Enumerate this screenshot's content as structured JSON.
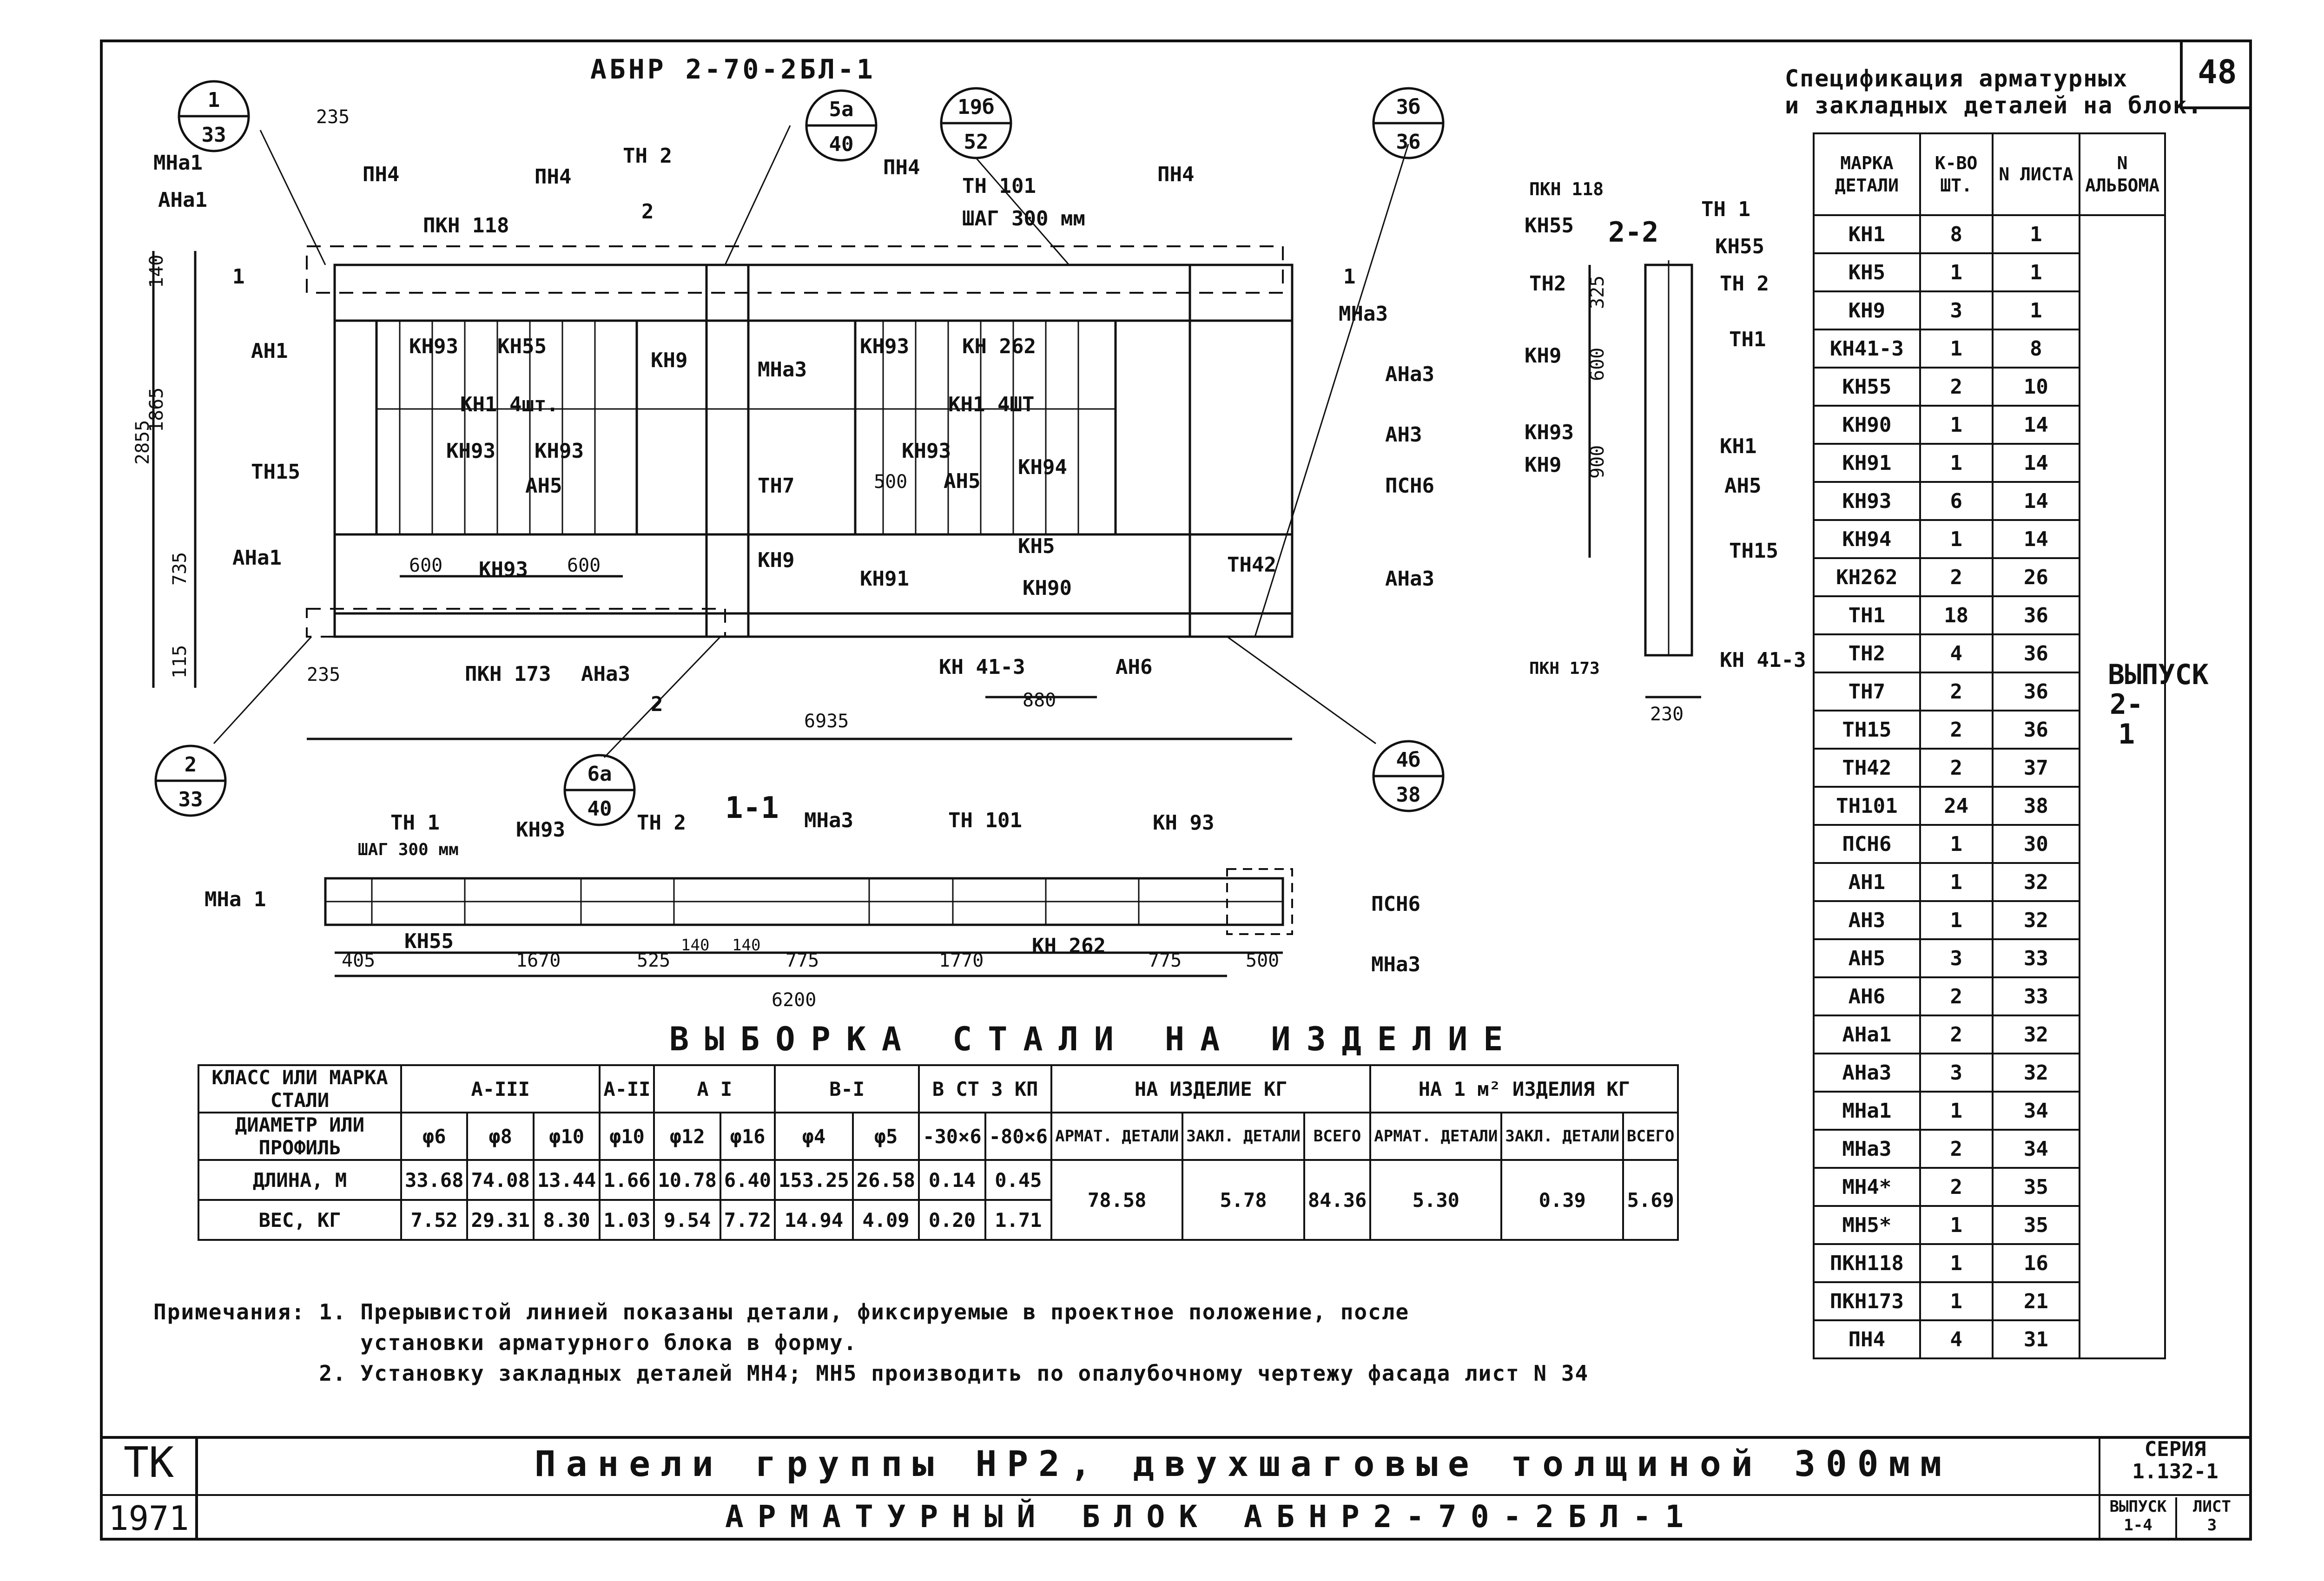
{
  "sheet_number": "48",
  "drawing_title": "АБНР 2-70-2БЛ-1",
  "elevation": {
    "callouts": [
      {
        "top": "1",
        "bottom": "33"
      },
      {
        "top": "5а",
        "bottom": "40"
      },
      {
        "top": "19б",
        "bottom": "52"
      },
      {
        "top": "3б",
        "bottom": "36"
      },
      {
        "top": "2",
        "bottom": "33"
      },
      {
        "top": "6а",
        "bottom": "40"
      },
      {
        "top": "4б",
        "bottom": "38"
      }
    ],
    "labels": {
      "mna1": "МНа1",
      "ana1": "АНа1",
      "pn4": "ПН4",
      "pkn118": "ПКН 118",
      "tn2": "ТН 2",
      "tn101": "ТН 101",
      "shag": "ШАГ 300 мм",
      "kn93": "КН93",
      "kn55": "КН55",
      "kn9": "КН9",
      "mna3": "МНа3",
      "kn262": "КН 262",
      "kn1_4": "КН1 4шт.",
      "kn1_4b": "КН1 4ШТ",
      "an1": "АН1",
      "an5": "АН5",
      "an3": "АН3",
      "psn6": "ПСН6",
      "ana3": "АНа3",
      "tn15": "ТН15",
      "tn7": "ТН7",
      "kn94": "КН94",
      "kn5": "КН5",
      "kn90": "КН90",
      "kn91": "КН91",
      "tn42": "ТН42",
      "kn413": "КН 41-3",
      "an6": "АН6",
      "pkn173": "ПКН 173",
      "sec1": "1",
      "sec2": "2"
    },
    "dims": {
      "d235a": "235",
      "d140": "140",
      "d1865": "1865",
      "d2855": "2855",
      "d735": "735",
      "d115": "115",
      "d600a": "600",
      "d600b": "600",
      "d500": "500",
      "d235b": "235",
      "d880": "880",
      "d6935": "6935"
    }
  },
  "section_22": {
    "title": "2-2",
    "labels": {
      "pkn118": "ПКН 118",
      "kn55": "КН55",
      "tn1": "ТН 1",
      "kn55b": "КН55",
      "tn2": "ТН2",
      "tn2b": "ТН 2",
      "kn9": "КН9",
      "tn1b": "ТН1",
      "kn93": "КН93",
      "kn9b": "КН9",
      "kn1": "КН1",
      "an5": "АН5",
      "tn15": "ТН15",
      "pkn173": "ПКН 173",
      "kn413": "КН 41-3"
    },
    "dims": {
      "d325": "325",
      "d600": "600",
      "d900": "900",
      "d230": "230"
    }
  },
  "section_11": {
    "title": "1-1",
    "labels": {
      "tn1": "ТН 1",
      "shag": "ШАГ 300 мм",
      "kn93": "КН93",
      "tn2": "ТН 2",
      "mna3": "МНа3",
      "tn101": "ТН 101",
      "kn93b": "КН 93",
      "mna1": "МНа 1",
      "kn55": "КН55",
      "kn262": "КН 262",
      "psn6": "ПСН6",
      "mna3b": "МНа3"
    },
    "dims": {
      "d405": "405",
      "d1670": "1670",
      "d525": "525",
      "d140a": "140",
      "d140b": "140",
      "d775a": "775",
      "d1770": "1770",
      "d775b": "775",
      "d500": "500",
      "d6200": "6200"
    }
  },
  "spec": {
    "title_line1": "Спецификация арматурных",
    "title_line2": "и закладных деталей на блок.",
    "headers": {
      "mark": "МАРКА ДЕТАЛИ",
      "qty": "К-ВО ШТ.",
      "sheet": "N ЛИСТА",
      "album": "N АЛЬБОМА"
    },
    "vypusk": "ВЫПУСК 2-1",
    "rows": [
      {
        "mark": "КН1",
        "qty": "8",
        "sheet": "1"
      },
      {
        "mark": "КН5",
        "qty": "1",
        "sheet": "1"
      },
      {
        "mark": "КН9",
        "qty": "3",
        "sheet": "1"
      },
      {
        "mark": "КН41-3",
        "qty": "1",
        "sheet": "8"
      },
      {
        "mark": "КН55",
        "qty": "2",
        "sheet": "10"
      },
      {
        "mark": "КН90",
        "qty": "1",
        "sheet": "14"
      },
      {
        "mark": "КН91",
        "qty": "1",
        "sheet": "14"
      },
      {
        "mark": "КН93",
        "qty": "6",
        "sheet": "14"
      },
      {
        "mark": "КН94",
        "qty": "1",
        "sheet": "14"
      },
      {
        "mark": "КН262",
        "qty": "2",
        "sheet": "26"
      },
      {
        "mark": "ТН1",
        "qty": "18",
        "sheet": "36"
      },
      {
        "mark": "ТН2",
        "qty": "4",
        "sheet": "36"
      },
      {
        "mark": "ТН7",
        "qty": "2",
        "sheet": "36"
      },
      {
        "mark": "ТН15",
        "qty": "2",
        "sheet": "36"
      },
      {
        "mark": "ТН42",
        "qty": "2",
        "sheet": "37"
      },
      {
        "mark": "ТН101",
        "qty": "24",
        "sheet": "38"
      },
      {
        "mark": "ПСН6",
        "qty": "1",
        "sheet": "30"
      },
      {
        "mark": "АН1",
        "qty": "1",
        "sheet": "32"
      },
      {
        "mark": "АН3",
        "qty": "1",
        "sheet": "32"
      },
      {
        "mark": "АН5",
        "qty": "3",
        "sheet": "33"
      },
      {
        "mark": "АН6",
        "qty": "2",
        "sheet": "33"
      },
      {
        "mark": "АНа1",
        "qty": "2",
        "sheet": "32"
      },
      {
        "mark": "АНа3",
        "qty": "3",
        "sheet": "32"
      },
      {
        "mark": "МНа1",
        "qty": "1",
        "sheet": "34"
      },
      {
        "mark": "МНа3",
        "qty": "2",
        "sheet": "34"
      },
      {
        "mark": "МН4*",
        "qty": "2",
        "sheet": "35"
      },
      {
        "mark": "МН5*",
        "qty": "1",
        "sheet": "35"
      },
      {
        "mark": "ПКН118",
        "qty": "1",
        "sheet": "16"
      },
      {
        "mark": "ПКН173",
        "qty": "1",
        "sheet": "21"
      },
      {
        "mark": "ПН4",
        "qty": "4",
        "sheet": "31"
      }
    ]
  },
  "vyborka": {
    "title": "ВЫБОРКА СТАЛИ НА ИЗДЕЛИЕ",
    "class_label": "КЛАСС ИЛИ МАРКА СТАЛИ",
    "diam_label": "ДИАМЕТР ИЛИ ПРОФИЛЬ",
    "len_label": "ДЛИНА, М",
    "wt_label": "ВЕС, КГ",
    "groups": [
      "А-III",
      "А-II",
      "А I",
      "В-I",
      "В СТ 3 КП"
    ],
    "na_izd": "НА ИЗДЕЛИЕ КГ",
    "na_m2": "НА 1 м² ИЗДЕЛИЯ КГ",
    "sub_arm": "АРМАТ. ДЕТАЛИ",
    "sub_zakl": "ЗАКЛ. ДЕТАЛИ",
    "sub_vsego": "ВСЕГО",
    "diams": [
      "φ6",
      "φ8",
      "φ10",
      "φ10",
      "φ12",
      "φ16",
      "φ4",
      "φ5",
      "-30×6",
      "-80×6"
    ],
    "lengths": [
      "33.68",
      "74.08",
      "13.44",
      "1.66",
      "10.78",
      "6.40",
      "153.25",
      "26.58",
      "0.14",
      "0.45"
    ],
    "weights": [
      "7.52",
      "29.31",
      "8.30",
      "1.03",
      "9.54",
      "7.72",
      "14.94",
      "4.09",
      "0.20",
      "1.71"
    ],
    "izd": {
      "arm": "78.58",
      "zakl": "5.78",
      "vsego": "84.36"
    },
    "m2": {
      "arm": "5.30",
      "zakl": "0.39",
      "vsego": "5.69"
    }
  },
  "notes": {
    "line1": "Примечания: 1. Прерывистой линией показаны детали, фиксируемые в проектное положение, после",
    "line2": "               установки арматурного блока в форму.",
    "line3": "            2. Установку закладных деталей МН4; МН5 производить по опалубочному чертежу фасада лист N 34"
  },
  "title_block": {
    "tk": "ТК",
    "year": "1971",
    "title1": "Панели группы НР2, двухшаговые толщиной 300мм",
    "title2": "АРМАТУРНЫЙ БЛОК АБНР2-70-2БЛ-1",
    "series_label": "СЕРИЯ",
    "series": "1.132-1",
    "vypusk_label": "ВЫПУСК",
    "vypusk": "1-4",
    "list_label": "ЛИСТ",
    "list": "3"
  }
}
